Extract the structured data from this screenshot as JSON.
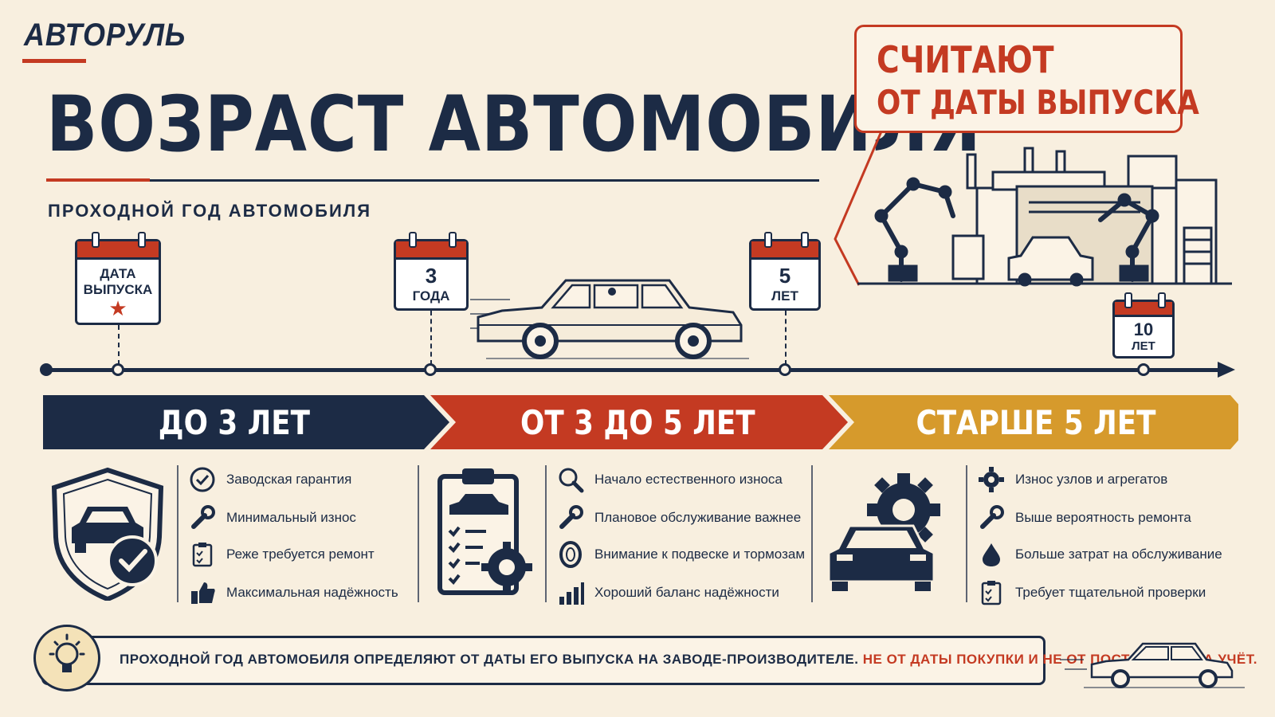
{
  "brand": "АВТОРУЛЬ",
  "title": "ВОЗРАСТ АВТОМОБИЛЯ",
  "subtitle": "ПРОХОДНОЙ ГОД АВТОМОБИЛЯ",
  "callout": {
    "line1": "СЧИТАЮТ",
    "line2": "ОТ ДАТЫ ВЫПУСКА"
  },
  "timeline": {
    "markers": [
      {
        "line1": "ДАТА",
        "line2": "ВЫПУСКА",
        "star": "★"
      },
      {
        "line1": "3",
        "line2": "ГОДА"
      },
      {
        "line1": "5",
        "line2": "ЛЕТ"
      },
      {
        "line1": "10",
        "line2": "ЛЕТ"
      }
    ]
  },
  "stages": [
    {
      "label": "ДО 3 ЛЕТ",
      "color": "#1c2b45",
      "features": [
        {
          "icon": "check-circle-icon",
          "text": "Заводская гарантия"
        },
        {
          "icon": "wrench-icon",
          "text": "Минимальный износ"
        },
        {
          "icon": "clipboard-icon",
          "text": "Реже требуется ремонт"
        },
        {
          "icon": "thumbs-up-icon",
          "text": "Максимальная надёжность"
        }
      ]
    },
    {
      "label": "ОТ 3 ДО 5 ЛЕТ",
      "color": "#c43a22",
      "features": [
        {
          "icon": "magnifier-icon",
          "text": "Начало естественного износа"
        },
        {
          "icon": "wrench-icon",
          "text": "Плановое обслуживание важнее"
        },
        {
          "icon": "tire-icon",
          "text": "Внимание к подвеске и тормозам"
        },
        {
          "icon": "bars-icon",
          "text": "Хороший баланс надёжности"
        }
      ]
    },
    {
      "label": "СТАРШЕ 5 ЛЕТ",
      "color": "#d69a2c",
      "features": [
        {
          "icon": "gear-icon",
          "text": "Износ узлов и агрегатов"
        },
        {
          "icon": "wrench-icon",
          "text": "Выше вероятность ремонта"
        },
        {
          "icon": "drop-icon",
          "text": "Больше затрат на обслуживание"
        },
        {
          "icon": "clipboard-icon",
          "text": "Требует тщательной проверки"
        }
      ]
    }
  ],
  "footer": {
    "text_main": "ПРОХОДНОЙ ГОД АВТОМОБИЛЯ ОПРЕДЕЛЯЮТ  ОТ ДАТЫ ЕГО ВЫПУСКА  НА ЗАВОДЕ-ПРОИЗВОДИТЕЛЕ.",
    "text_accent": "НЕ ОТ ДАТЫ ПОКУПКИ И НЕ ОТ ПОСТАНОВКИ НА УЧЁТ."
  },
  "colors": {
    "navy": "#1c2b45",
    "red": "#c43a22",
    "gold": "#d69a2c",
    "background": "#f8efdf"
  }
}
